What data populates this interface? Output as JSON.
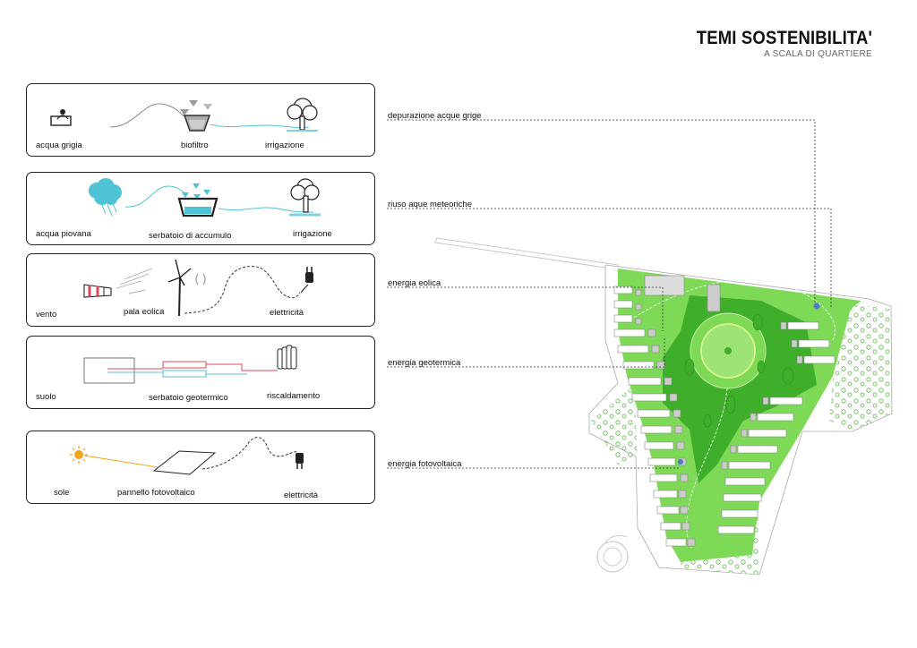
{
  "header": {
    "title": "TEMI SOSTENIBILITA'",
    "subtitle": "A SCALA DI QUARTIERE"
  },
  "panels": [
    {
      "labels": [
        "acqua grigia",
        "biofiltro",
        "irrigazione"
      ]
    },
    {
      "labels": [
        "acqua piovana",
        "serbatoio di accumulo",
        "irrigazione"
      ]
    },
    {
      "labels": [
        "vento",
        "pala eolica",
        "elettricità"
      ]
    },
    {
      "labels": [
        "suolo",
        "serbatoio geotermico",
        "riscaldamento"
      ]
    },
    {
      "labels": [
        "sole",
        "pannello fotovoltaico",
        "elettricità"
      ]
    }
  ],
  "themes": [
    "depurazione acque grige",
    "riuso aque meteoriche",
    "energia eolica",
    "energia geotermica",
    "energia fotovoltaica"
  ],
  "colors": {
    "park_green": "#7ed957",
    "park_dark": "#3fae2a",
    "water_blue": "#4fc3d6",
    "sun_orange": "#f4a31c",
    "geo_red": "#e0485a",
    "geo_blue": "#5bb8d8"
  }
}
